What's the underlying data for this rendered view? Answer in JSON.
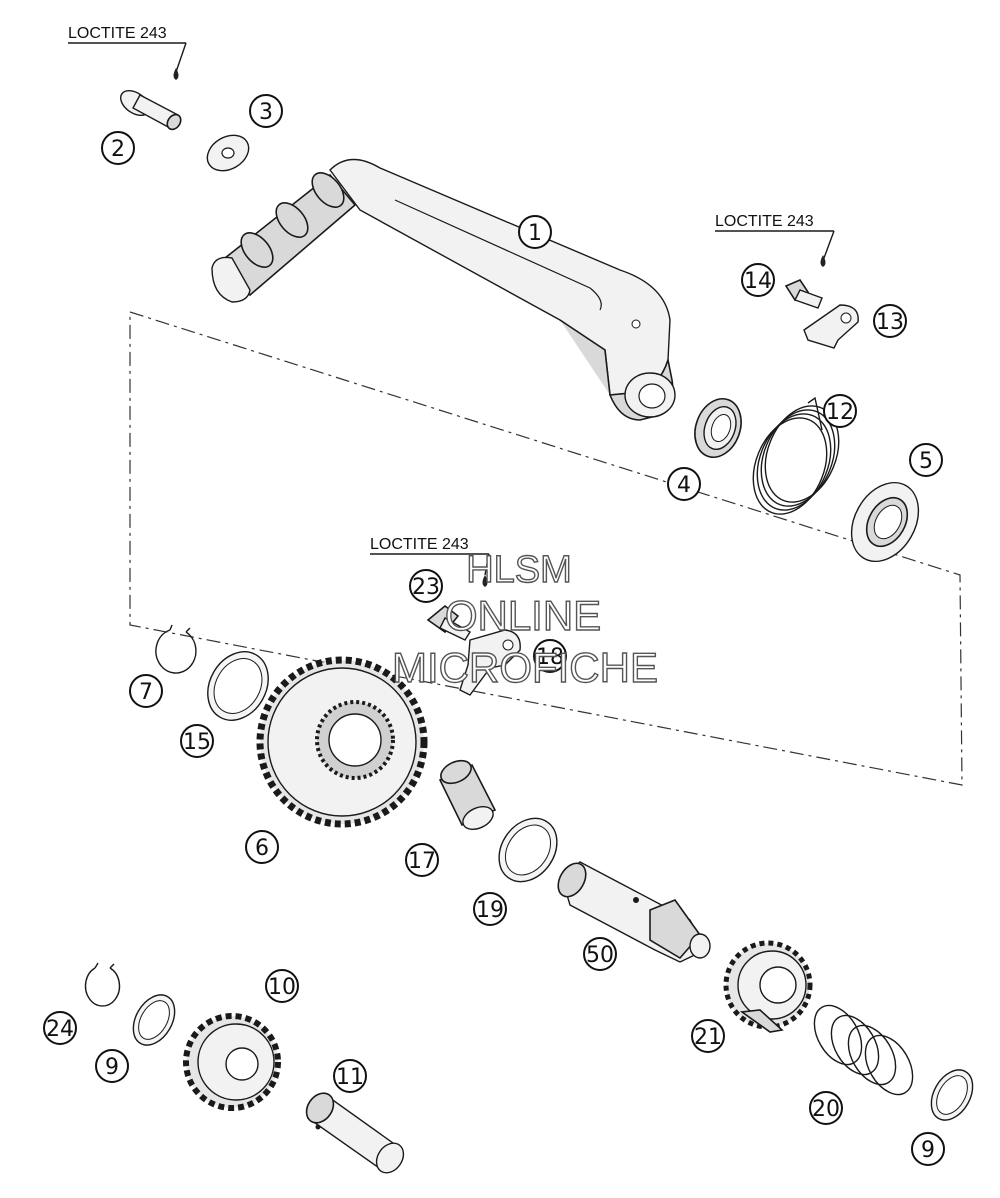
{
  "loctite_notes": [
    "LOCTITE 243",
    "LOCTITE 243",
    "LOCTITE 243"
  ],
  "watermark": [
    "HLSM",
    "ONLINE",
    "MICROFICHE"
  ],
  "callouts": [
    "1",
    "2",
    "3",
    "4",
    "5",
    "6",
    "7",
    "9",
    "9",
    "10",
    "11",
    "12",
    "13",
    "14",
    "15",
    "17",
    "18",
    "19",
    "20",
    "21",
    "23",
    "24",
    "50"
  ],
  "colors": {
    "ink": "#1a1a1a",
    "part_fill": "#d9d9d9",
    "part_light": "#f2f2f2",
    "background": "#ffffff"
  }
}
